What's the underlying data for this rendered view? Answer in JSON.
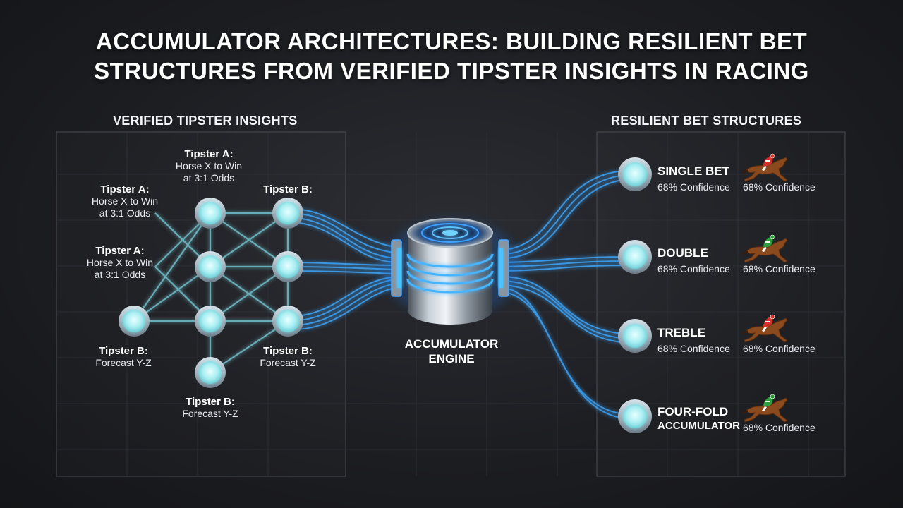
{
  "title_lines": [
    "ACCUMULATOR ARCHITECTURES: BUILDING RESILIENT BET",
    "STRUCTURES FROM VERIFIED TIPSTER INSIGHTS IN RACING"
  ],
  "left_section": "VERIFIED TIPSTER INSIGHTS",
  "right_section": "RESILIENT BET STRUCTURES",
  "tipster_labels": [
    {
      "name": "Tipster A:",
      "detail_lines": [
        "Horse X to Win",
        "at 3:1 Odds"
      ]
    },
    {
      "name": "Tipster A:",
      "detail_lines": [
        "Horse X to Win",
        "at 3:1 Odds"
      ]
    },
    {
      "name": "Tipster B:",
      "detail_lines": []
    },
    {
      "name": "Tipster A:",
      "detail_lines": [
        "Horse X to Win",
        "at 3:1 Odds"
      ]
    },
    {
      "name": "Tipster B:",
      "detail_lines": [
        "Forecast Y-Z"
      ]
    },
    {
      "name": "Tipster B:",
      "detail_lines": [
        "Forecast Y-Z"
      ]
    },
    {
      "name": "Tipster B:",
      "detail_lines": [
        "Forecast Y-Z"
      ]
    }
  ],
  "engine": {
    "lines": [
      "ACCUMULATOR",
      "ENGINE"
    ]
  },
  "bets": [
    {
      "title_lines": [
        "SINGLE BET"
      ],
      "confidence_left": "68% Confidence",
      "confidence_right": "68% Confidence",
      "jockey_color": "#d6302b"
    },
    {
      "title_lines": [
        "DOUBLE"
      ],
      "confidence_left": "68% Confidence",
      "confidence_right": "68% Confidence",
      "jockey_color": "#2e9e3c"
    },
    {
      "title_lines": [
        "TREBLE"
      ],
      "confidence_left": "68% Confidence",
      "confidence_right": "68% Confidence",
      "jockey_color": "#d6302b"
    },
    {
      "title_lines": [
        "FOUR-FOLD",
        "ACCUMULATOR"
      ],
      "confidence_left": "",
      "confidence_right": "68% Confidence",
      "jockey_color": "#2e9e3c"
    }
  ],
  "colors": {
    "accent": "#3fa9ff",
    "node_fill": "#b9f3f6",
    "node_ring": "#9fb4c2"
  }
}
